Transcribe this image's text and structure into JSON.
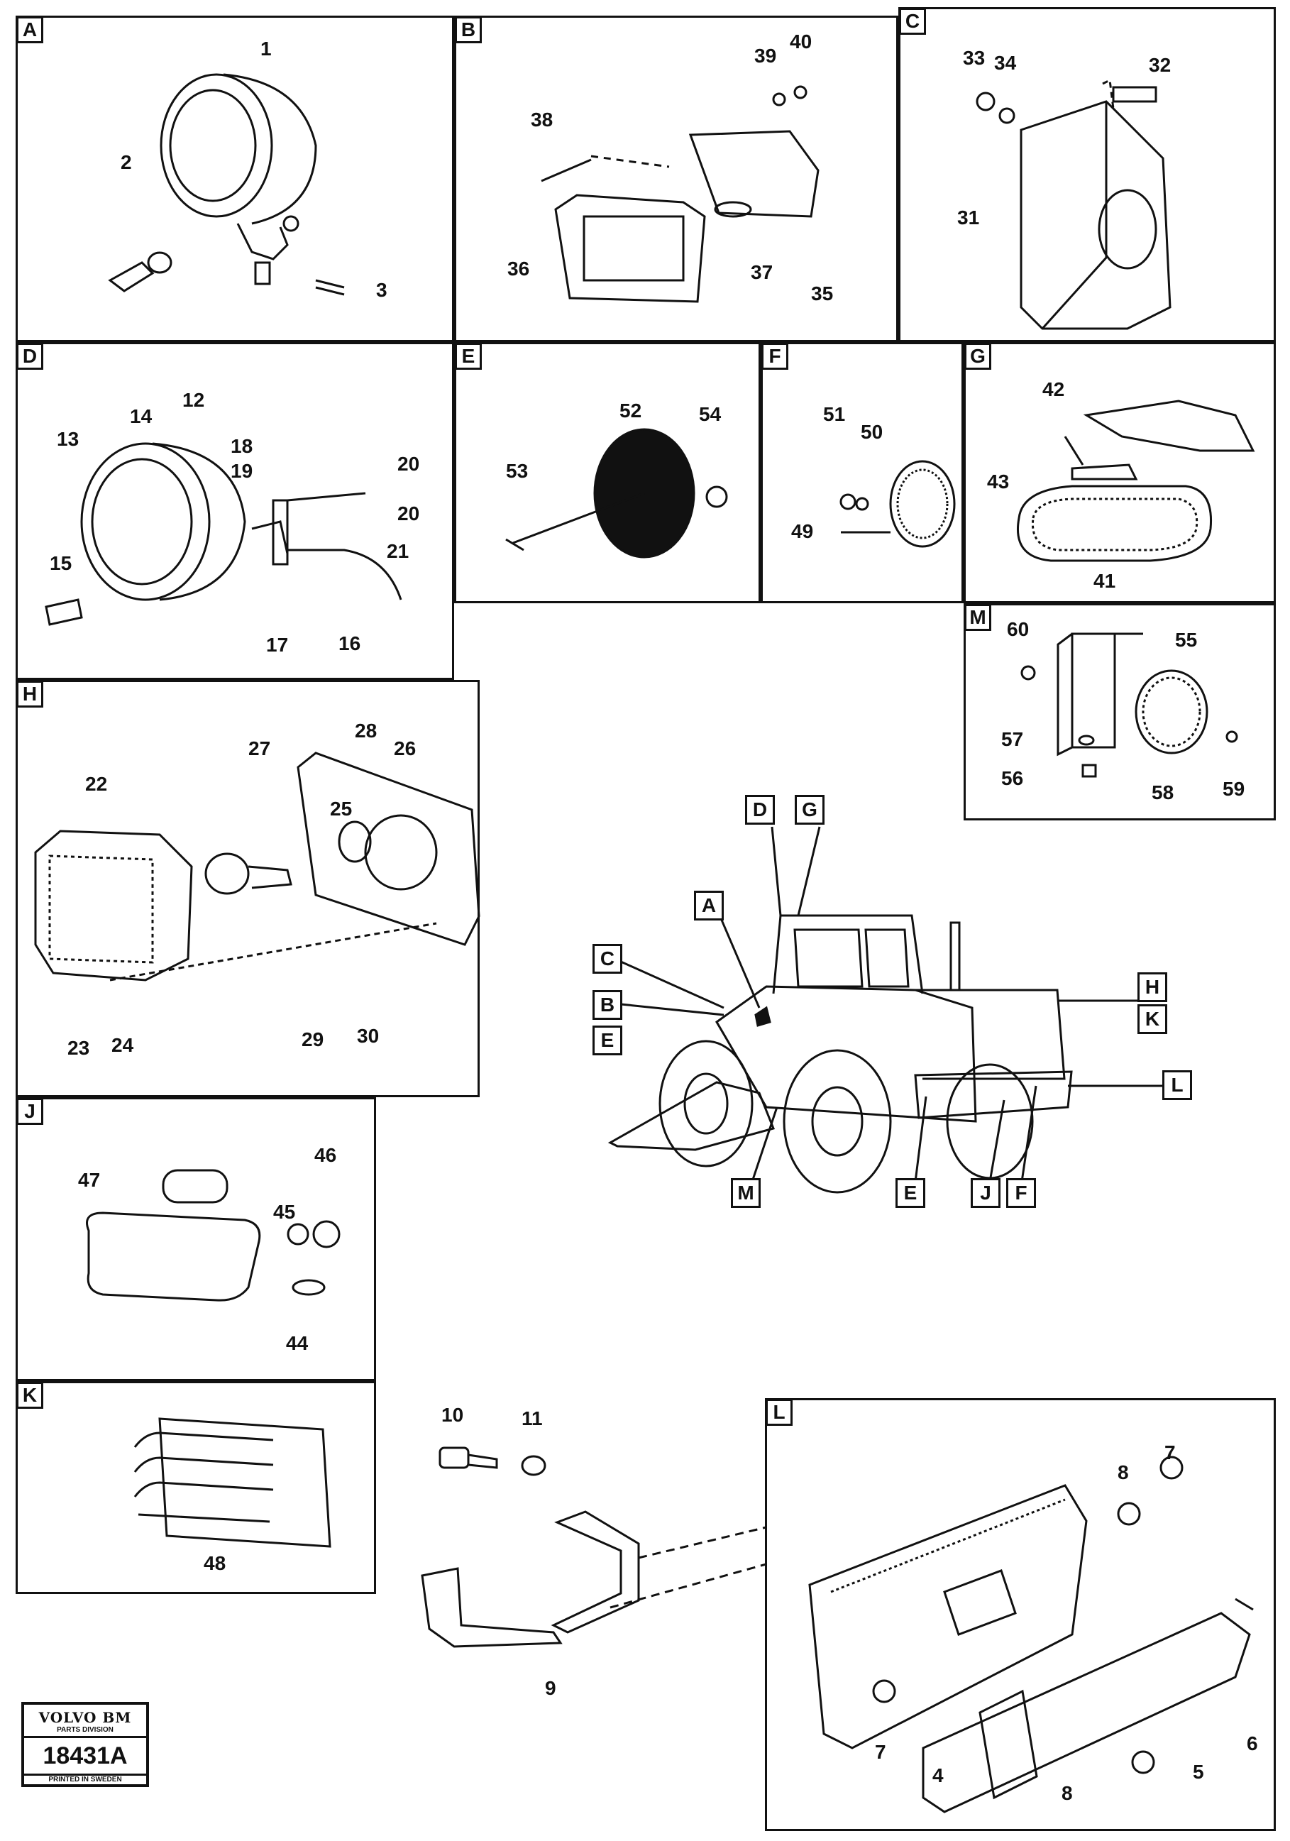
{
  "panels": {
    "A": {
      "tag": "A",
      "labels": [
        "1",
        "2",
        "3"
      ]
    },
    "B": {
      "tag": "B",
      "labels": [
        "39",
        "40",
        "38",
        "36",
        "37",
        "35"
      ]
    },
    "C": {
      "tag": "C",
      "labels": [
        "33",
        "34",
        "32",
        "31"
      ]
    },
    "D": {
      "tag": "D",
      "labels": [
        "14",
        "12",
        "13",
        "18",
        "19",
        "20",
        "20",
        "21",
        "15",
        "17",
        "16"
      ]
    },
    "E": {
      "tag": "E",
      "labels": [
        "52",
        "54",
        "53"
      ]
    },
    "F": {
      "tag": "F",
      "labels": [
        "51",
        "50",
        "49"
      ]
    },
    "G": {
      "tag": "G",
      "labels": [
        "42",
        "43",
        "41"
      ]
    },
    "M": {
      "tag": "M",
      "labels": [
        "60",
        "55",
        "57",
        "56",
        "58",
        "59"
      ]
    },
    "H": {
      "tag": "H",
      "labels": [
        "27",
        "28",
        "26",
        "22",
        "25",
        "23",
        "24",
        "29",
        "30"
      ]
    },
    "J": {
      "tag": "J",
      "labels": [
        "47",
        "45",
        "46",
        "44"
      ]
    },
    "K": {
      "tag": "K",
      "labels": [
        "48"
      ]
    },
    "L": {
      "tag": "L",
      "labels": [
        "8",
        "7",
        "7",
        "4",
        "5",
        "6",
        "8"
      ]
    }
  },
  "bracket_labels": [
    "10",
    "11",
    "9"
  ],
  "machine_tags": [
    "D",
    "G",
    "A",
    "C",
    "B",
    "E",
    "H",
    "K",
    "L",
    "M",
    "E",
    "J",
    "F"
  ],
  "logo": {
    "brand": "VOLVO BM",
    "division": "PARTS DIVISION",
    "code": "18431A",
    "printed": "PRINTED IN SWEDEN"
  }
}
